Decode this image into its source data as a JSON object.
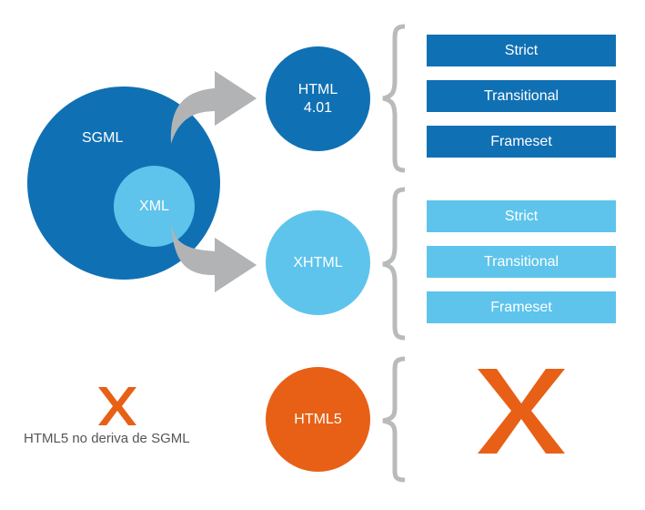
{
  "colors": {
    "dark_blue": "#1070b4",
    "light_blue": "#5ec4ec",
    "orange": "#e76016",
    "arrow_gray": "#b2b3b5",
    "brace_gray": "#b9babb",
    "caption_text": "#555555"
  },
  "nodes": {
    "sgml": "SGML",
    "xml": "XML",
    "html401_line1": "HTML",
    "html401_line2": "4.01",
    "xhtml": "XHTML",
    "html5": "HTML5"
  },
  "html401_variants": [
    "Strict",
    "Transitional",
    "Frameset"
  ],
  "xhtml_variants": [
    "Strict",
    "Transitional",
    "Frameset"
  ],
  "note": {
    "icon": "x-mark-icon",
    "text": "HTML5 no deriva de SGML"
  },
  "html5_variants_icon": "x-mark-icon"
}
